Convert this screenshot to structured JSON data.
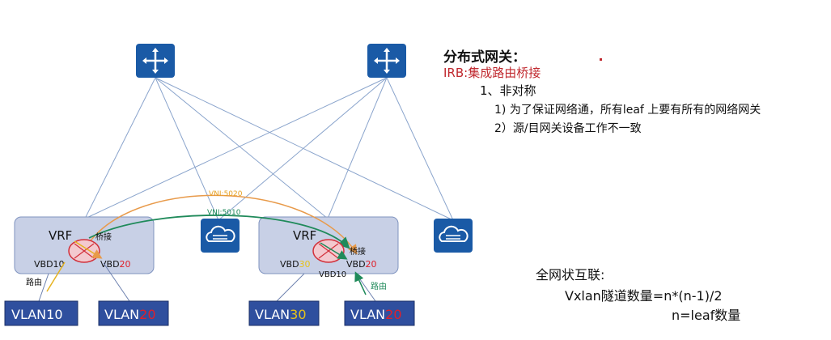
{
  "notes": {
    "title": "分布式网关：",
    "subtitle": "IRB:集成路由桥接",
    "item1": "1、非对称",
    "item1_1": "1) 为了保证网络通，所有leaf 上要有所有的网络网关",
    "item1_2": "2）源/目网关设备工作不一致"
  },
  "mesh": {
    "title": "全网状互联:",
    "formula": "Vxlan隧道数量=n*(n-1)/2",
    "n_def": "n=leaf数量"
  },
  "diagram": {
    "vni_orange": "VNI:5020",
    "vni_green": "VNI:5010",
    "leaf_left": {
      "vrf": "VRF",
      "bridge": "桥接",
      "vbd_a": "VBD10",
      "vbd_b_prefix": "VBD",
      "vbd_b_num": "20",
      "route": "路由"
    },
    "leaf_right": {
      "vrf": "VRF",
      "bridge": "桥接",
      "vbd_a_prefix": "VBD",
      "vbd_a_num": "30",
      "vbd_b_prefix": "VBD",
      "vbd_b_num": "20",
      "vbd_c": "VBD10",
      "route": "路由"
    },
    "vlans": [
      {
        "prefix": "VLAN10",
        "num": ""
      },
      {
        "prefix": "VLAN",
        "num": "20"
      },
      {
        "prefix": "VLAN",
        "num": "30"
      },
      {
        "prefix": "VLAN",
        "num": "20"
      }
    ]
  },
  "colors": {
    "device_blue": "#1a5aa6",
    "leaf_fill": "#c8d0e6",
    "vlan_fill": "#2f4f9e",
    "link": "#8aa4cc",
    "orange": "#e89a4a",
    "green": "#1f8a5a",
    "red": "#e0202a",
    "gold": "#e6c21a"
  },
  "icons": [
    "router-icon",
    "cloud-switch-icon"
  ]
}
